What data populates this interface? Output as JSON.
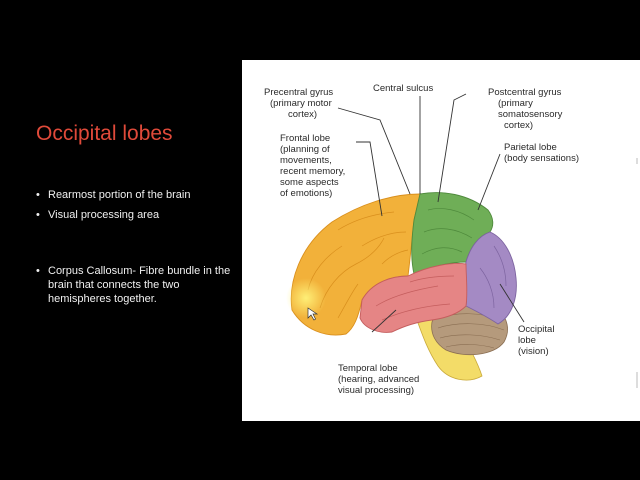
{
  "slide": {
    "title": "Occipital lobes",
    "bullets": [
      "Rearmost portion of the brain",
      "Visual processing area",
      "Corpus Callosum- Fibre bundle in the brain that connects the two hemispheres together."
    ]
  },
  "diagram": {
    "labels": {
      "precentral": [
        "Precentral gyrus",
        "(primary motor",
        "cortex)"
      ],
      "central_sulcus": [
        "Central sulcus"
      ],
      "postcentral": [
        "Postcentral gyrus",
        "(primary",
        "somatosensory",
        "cortex)"
      ],
      "frontal": [
        "Frontal lobe",
        "(planning of",
        "movements,",
        "recent memory,",
        "some aspects",
        "of emotions)"
      ],
      "parietal": [
        "Parietal lobe",
        "(body sensations)"
      ],
      "occipital": [
        "Occipital",
        "lobe",
        "(vision)"
      ],
      "temporal": [
        "Temporal lobe",
        "(hearing, advanced",
        "visual processing)"
      ]
    },
    "colors": {
      "frontal": "#f2b13a",
      "parietal": "#6fae57",
      "occipital": "#a48ac4",
      "temporal": "#e58585",
      "cerebellum": "#b59a7c",
      "brainstem": "#f3dc68",
      "title_red": "#e04a3a"
    }
  }
}
